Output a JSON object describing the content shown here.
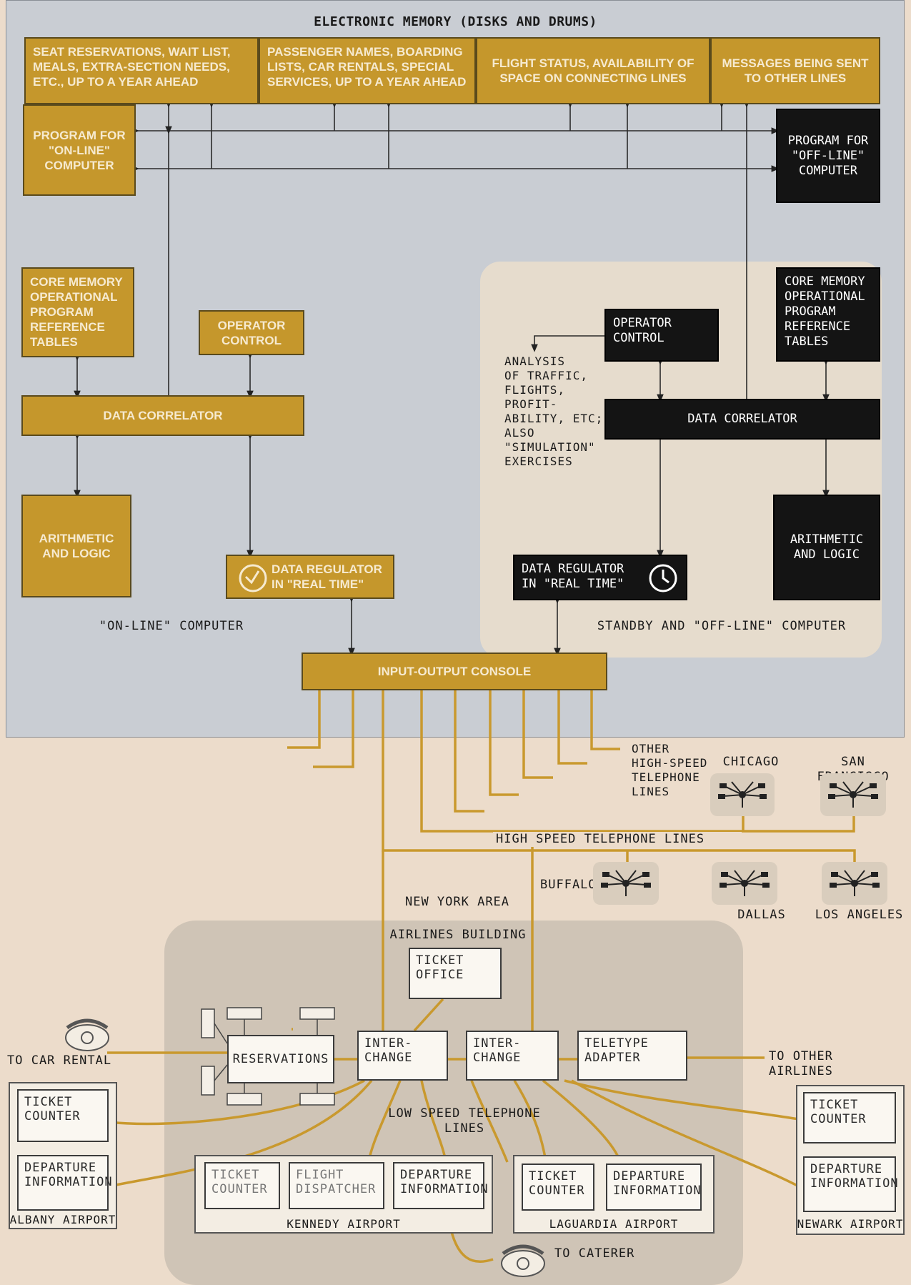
{
  "title": "ELECTRONIC MEMORY (DISKS AND DRUMS)",
  "memory_blocks": [
    "SEAT RESERVATIONS, WAIT LIST, MEALS, EXTRA-SECTION NEEDS, ETC., UP TO A YEAR AHEAD",
    "PASSENGER NAMES, BOARDING LISTS, CAR RENTALS, SPECIAL SERVICES, UP TO A YEAR AHEAD",
    "FLIGHT STATUS, AVAILABILITY OF SPACE ON CONNECTING LINES",
    "MESSAGES BEING SENT TO OTHER LINES"
  ],
  "online": {
    "program": "PROGRAM FOR\n\"ON-LINE\"\nCOMPUTER",
    "core_memory": "CORE MEMORY\nOPERATIONAL\nPROGRAM\nREFERENCE\nTABLES",
    "operator_control": "OPERATOR\nCONTROL",
    "data_correlator": "DATA CORRELATOR",
    "arithmetic": "ARITHMETIC\nAND LOGIC",
    "data_regulator": "DATA REGULATOR\nIN \"REAL TIME\"",
    "caption": "\"ON-LINE\" COMPUTER"
  },
  "offline": {
    "program": "PROGRAM FOR\n\"OFF-LINE\"\nCOMPUTER",
    "core_memory": "CORE MEMORY\nOPERATIONAL\nPROGRAM\nREFERENCE\nTABLES",
    "operator_control": "OPERATOR\nCONTROL",
    "analysis": "ANALYSIS\nOF TRAFFIC,\nFLIGHTS,\nPROFIT-\nABILITY, ETC;\nALSO\n\"SIMULATION\"\nEXERCISES",
    "data_correlator": "DATA CORRELATOR",
    "arithmetic": "ARITHMETIC\nAND LOGIC",
    "data_regulator": "DATA REGULATOR\nIN \"REAL TIME\"",
    "caption": "STANDBY AND \"OFF-LINE\" COMPUTER"
  },
  "io_console": "INPUT-OUTPUT CONSOLE",
  "lines": {
    "other_high_speed": "OTHER\nHIGH-SPEED\nTELEPHONE\nLINES",
    "high_speed": "HIGH SPEED TELEPHONE LINES",
    "low_speed": "LOW SPEED TELEPHONE\nLINES"
  },
  "cities": [
    "CHICAGO",
    "SAN FRANCISCO",
    "BUFFALO",
    "DALLAS",
    "LOS ANGELES"
  ],
  "ny": {
    "area": "NEW YORK AREA",
    "building": "AIRLINES BUILDING",
    "ticket_office": "TICKET\nOFFICE",
    "reservations": "RESERVATIONS",
    "interchange1": "INTER-\nCHANGE",
    "interchange2": "INTER-\nCHANGE",
    "teletype": "TELETYPE\nADAPTER",
    "to_other_airlines": "TO OTHER AIRLINES",
    "to_car_rental": "TO CAR RENTAL",
    "to_caterer": "TO CATERER"
  },
  "albany": {
    "ticket": "TICKET\nCOUNTER",
    "departure": "DEPARTURE\nINFORMATION",
    "name": "ALBANY AIRPORT"
  },
  "kennedy": {
    "ticket": "TICKET\nCOUNTER",
    "dispatcher": "FLIGHT\nDISPATCHER",
    "departure": "DEPARTURE\nINFORMATION",
    "name": "KENNEDY AIRPORT"
  },
  "laguardia": {
    "ticket": "TICKET\nCOUNTER",
    "departure": "DEPARTURE\nINFORMATION",
    "name": "LAGUARDIA AIRPORT"
  },
  "newark": {
    "ticket": "TICKET\nCOUNTER",
    "departure": "DEPARTURE\nINFORMATION",
    "name": "NEWARK AIRPORT"
  },
  "colors": {
    "mustard": "#c5972c",
    "black": "#141414",
    "gold_line": "#c9992e",
    "panel": "#c9cdd3",
    "paper": "#ecdccb"
  }
}
